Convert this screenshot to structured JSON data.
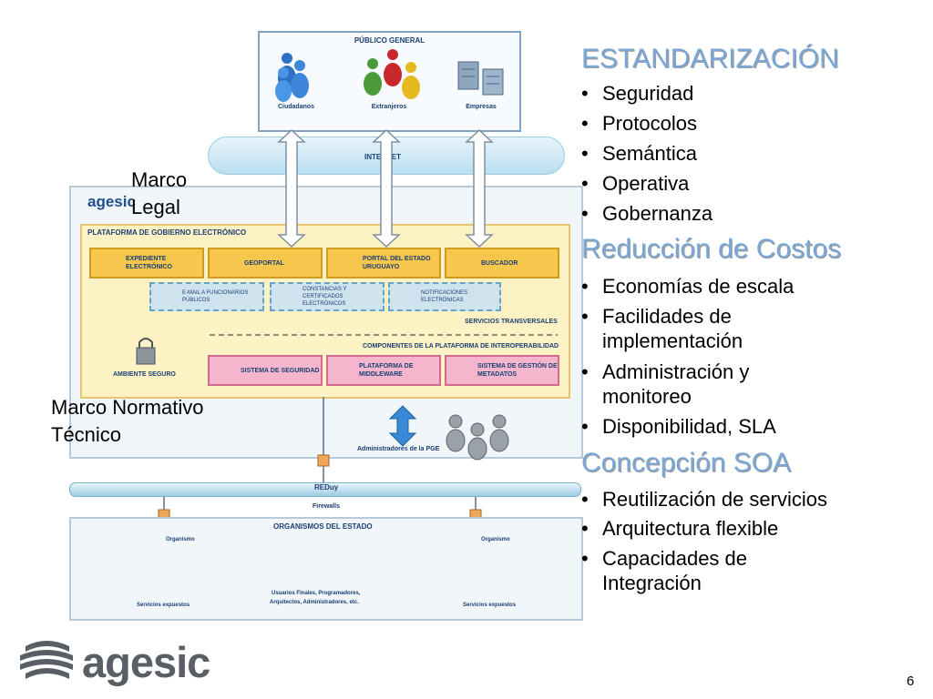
{
  "diagram": {
    "publico": {
      "title": "PÚBLICO GENERAL",
      "groups": [
        "Ciudadanos",
        "Extranjeros",
        "Empresas"
      ]
    },
    "internet_label": "INTERNET",
    "agesic_small_logo": "agesic",
    "platform": {
      "title": "PLATAFORMA DE GOBIERNO ELECTRÓNICO",
      "modules": [
        "EXPEDIENTE ELECTRÓNICO",
        "GEOPORTAL",
        "PORTAL DEL ESTADO URUGUAYO",
        "BUSCADOR"
      ],
      "services": [
        "E-MAIL A FUNCIONARIOS PÚBLICOS",
        "CONSTANCIAS Y CERTIFICADOS ELECTRÓNICOS",
        "NOTIFICACIONES ELECTRÓNICAS"
      ],
      "services_label": "SERVICIOS TRANSVERSALES",
      "interop_label": "COMPONENTES DE LA PLATAFORMA DE INTEROPERABILIDAD",
      "secure_env": "AMBIENTE SEGURO",
      "components": [
        "SISTEMA DE SEGURIDAD",
        "PLATAFORMA DE MIDDLEWARE",
        "SISTEMA DE GESTIÓN DE METADATOS"
      ]
    },
    "admins_label": "Administradores de la PGE",
    "reduy_label": "REDuy",
    "firewalls_label": "Firewalls",
    "organismos": {
      "title": "ORGANISMOS DEL ESTADO",
      "org_label": "Organismo",
      "services_exposed": "Servicios expuestos",
      "users_label_1": "Usuarios Finales, Programadores,",
      "users_label_2": "Arquitectos, Administradores, etc."
    }
  },
  "labels": {
    "marco_legal_1": "Marco",
    "marco_legal_2": "Legal",
    "marco_normativo_1": "Marco Normativo",
    "marco_normativo_2": "Técnico"
  },
  "sections": [
    {
      "title": "ESTANDARIZACIÓN",
      "items": [
        "Seguridad",
        "Protocolos",
        "Semántica",
        "Operativa",
        "Gobernanza"
      ]
    },
    {
      "title": "Reducción de Costos",
      "items": [
        "Economías de escala",
        "Facilidades de",
        "implementación",
        "Administración y",
        "monitoreo",
        "Disponibilidad, SLA"
      ]
    },
    {
      "title": "Concepción SOA",
      "items": [
        "Reutilización de servicios",
        "Arquitectura flexible",
        "Capacidades de",
        "Integración"
      ]
    }
  ],
  "footer": {
    "logo_text": "agesic",
    "page_number": "6"
  },
  "colors": {
    "heading": "#7aa6d6",
    "platform_bg": "#fdf2c4",
    "module": "#f7c64c",
    "pink_component": "#f5b6cd"
  }
}
